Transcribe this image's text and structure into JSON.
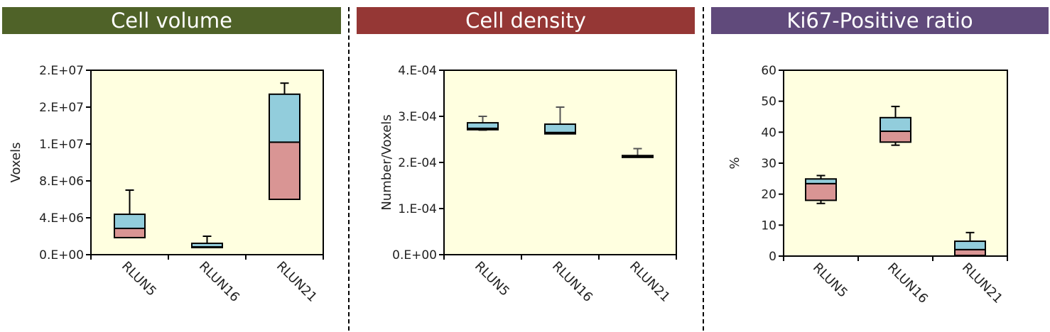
{
  "colors": {
    "upper_box": "#92cddc",
    "lower_box": "#d99594",
    "plot_bg": "#ffffe0"
  },
  "chart_data": [
    {
      "type": "box",
      "title": "Cell volume",
      "header_color": "#4f6228",
      "ylabel": "Voxels",
      "ylim": [
        0,
        20000000
      ],
      "yticks": [
        0,
        4000000,
        8000000,
        12000000,
        16000000,
        20000000
      ],
      "ytick_labels": [
        "0.E+00",
        "4.E+06",
        "8.E+06",
        "1.E+07",
        "2.E+07",
        "2.E+07"
      ],
      "categories": [
        "RLUN5",
        "RLUN16",
        "RLUN21"
      ],
      "boxes": [
        {
          "min": 1850000,
          "q1": 1850000,
          "median": 2850000,
          "q3": 4380000,
          "max": 7000000
        },
        {
          "min": 770000,
          "q1": 770000,
          "median": 850000,
          "q3": 1230000,
          "max": 2000000
        },
        {
          "min": 6000000,
          "q1": 6000000,
          "median": 12200000,
          "q3": 17400000,
          "max": 18600000
        }
      ]
    },
    {
      "type": "box",
      "title": "Cell density",
      "header_color": "#953735",
      "ylabel": "Number/Voxels",
      "ylim": [
        0,
        0.0004
      ],
      "yticks": [
        0,
        0.0001,
        0.0002,
        0.0003,
        0.0004
      ],
      "ytick_labels": [
        "0.E+00",
        "1.E-04",
        "2.E-04",
        "3.E-04",
        "4.E-04"
      ],
      "categories": [
        "RLUN5",
        "RLUN16",
        "RLUN21"
      ],
      "boxes": [
        {
          "min": 0.00027,
          "q1": 0.000271,
          "median": 0.000274,
          "q3": 0.000286,
          "max": 0.0003
        },
        {
          "min": 0.000262,
          "q1": 0.000262,
          "median": 0.000265,
          "q3": 0.000283,
          "max": 0.00032
        },
        {
          "min": 0.000211,
          "q1": 0.000211,
          "median": 0.000213,
          "q3": 0.000215,
          "max": 0.00023
        }
      ]
    },
    {
      "type": "box",
      "title": "Ki67-Positive ratio",
      "header_color": "#604a7b",
      "ylabel": "%",
      "ylim": [
        0,
        60
      ],
      "yticks": [
        0,
        10,
        20,
        30,
        40,
        50,
        60
      ],
      "ytick_labels": [
        "0",
        "10",
        "20",
        "30",
        "40",
        "50",
        "60"
      ],
      "categories": [
        "RLUN5",
        "RLUN16",
        "RLUN21"
      ],
      "boxes": [
        {
          "min": 17.0,
          "q1": 18.0,
          "median": 23.4,
          "q3": 24.9,
          "max": 26.0
        },
        {
          "min": 35.8,
          "q1": 36.8,
          "median": 40.3,
          "q3": 44.7,
          "max": 48.3
        },
        {
          "min": 0.2,
          "q1": 0.2,
          "median": 2.1,
          "q3": 4.8,
          "max": 7.6
        }
      ]
    }
  ]
}
